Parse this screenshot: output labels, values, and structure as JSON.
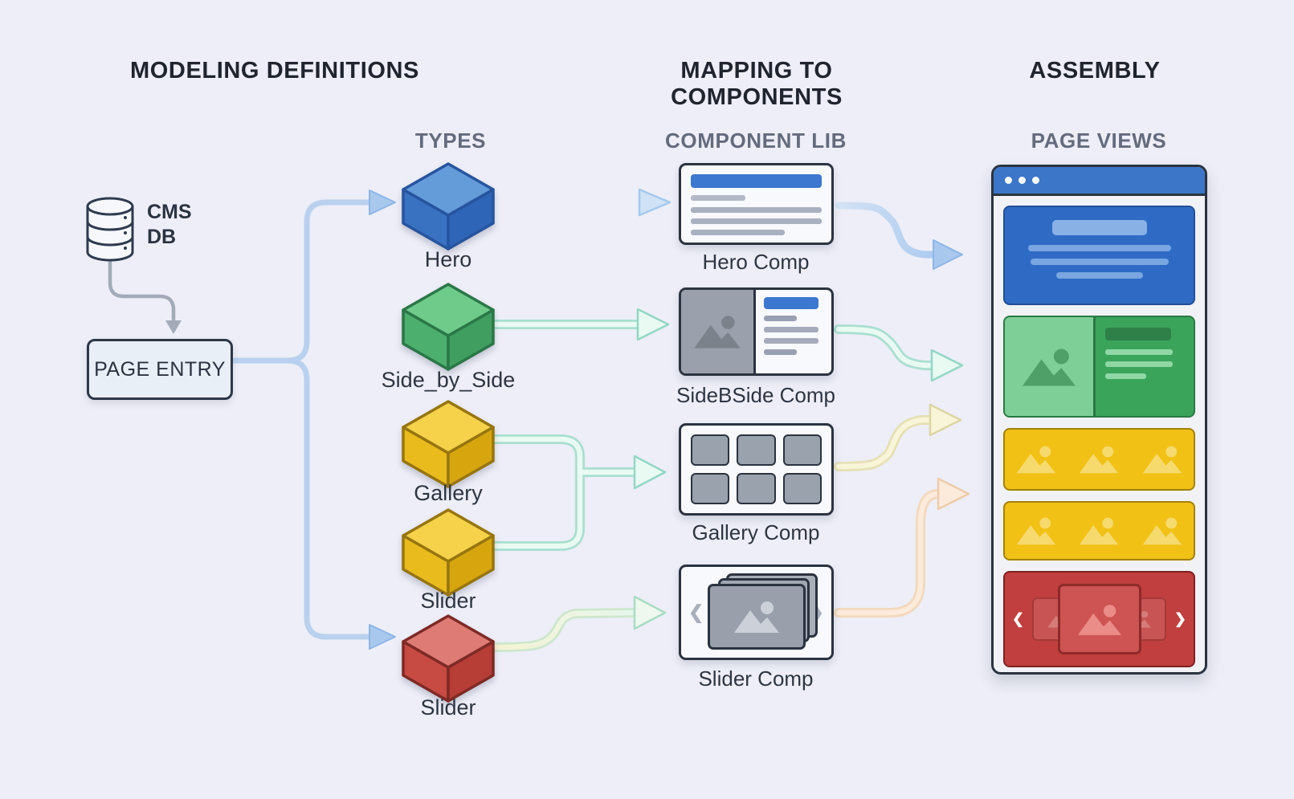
{
  "headers": {
    "modeling": "MODELING DEFINITIONS",
    "mapping": "MAPPING TO COMPONENTS",
    "assembly": "ASSEMBLY"
  },
  "subheaders": {
    "types": "TYPES",
    "component_lib": "COMPONENT LIB",
    "page_views": "PAGE VIEWS"
  },
  "source": {
    "db_line1": "CMS",
    "db_line2": "DB",
    "page_entry": "PAGE ENTRY"
  },
  "types": [
    {
      "label": "Hero",
      "color": "#3a72c2"
    },
    {
      "label": "Side_by_Side",
      "color": "#46a869"
    },
    {
      "label": "Gallery",
      "color": "#e9bb1d"
    },
    {
      "label": "Slider",
      "color": "#e9bb1d"
    },
    {
      "label": "Slider",
      "color": "#c74a43"
    }
  ],
  "components": [
    {
      "label": "Hero Comp"
    },
    {
      "label": "SideBSide Comp"
    },
    {
      "label": "Gallery Comp"
    },
    {
      "label": "Slider Comp"
    }
  ],
  "icons": {
    "database": "database-cylinder-icon",
    "image_placeholder": "image-placeholder-icon",
    "window_dots": "window-dots-icon",
    "chevron_left_glyph": "❮",
    "chevron_right_glyph": "❯"
  },
  "colors": {
    "background": "#edeef7",
    "outline_dark": "#2b3340",
    "accent_blue": "#3c78cf",
    "titlebar_blue": "#3b76c9",
    "type_blue": "#3a72c2",
    "type_green": "#46a869",
    "type_yellow": "#e9bb1d",
    "type_red": "#c74a43",
    "section_blue": "#2f6bc5",
    "section_green": "#3aa45b",
    "section_green_light": "#7ecf97",
    "section_yellow": "#f1c116",
    "section_red": "#c13f3e",
    "arrow_blue": "#b9d1ee",
    "arrow_mint": "#e9faf3",
    "arrow_yellow": "#f9f5d8",
    "arrow_orange": "#fceada",
    "arrow_gray": "#a3aab8"
  }
}
